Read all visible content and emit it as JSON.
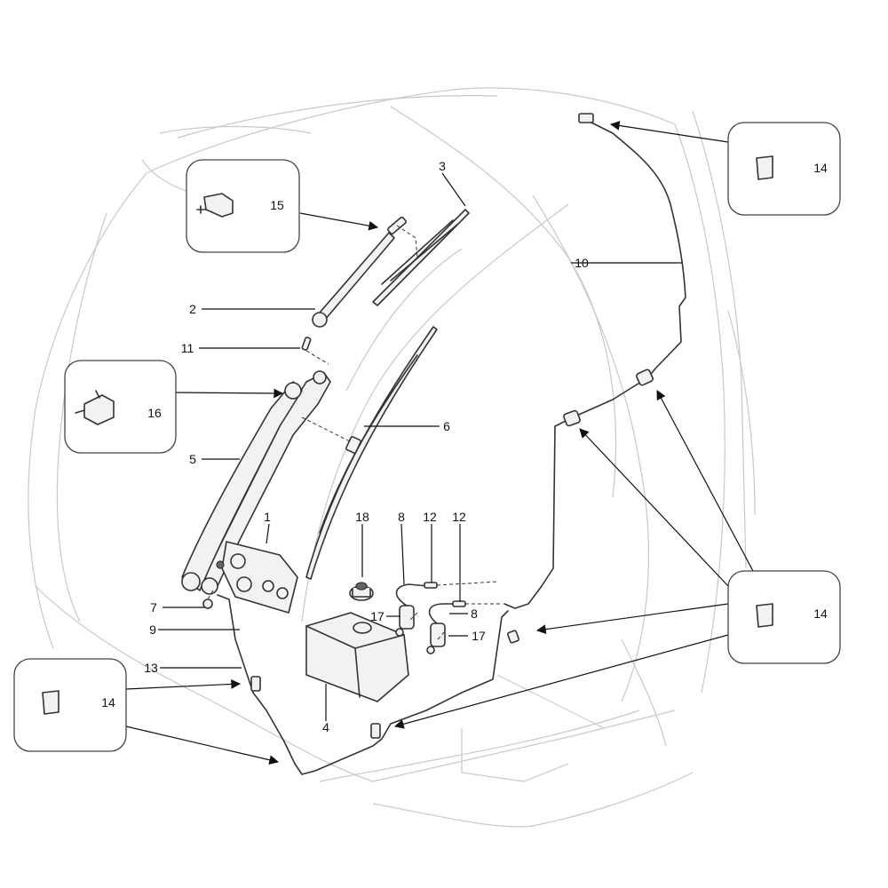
{
  "callouts": {
    "c1": "1",
    "c2": "2",
    "c3": "3",
    "c4": "4",
    "c5": "5",
    "c6": "6",
    "c7": "7",
    "c8a": "8",
    "c8b": "8",
    "c9": "9",
    "c10": "10",
    "c11": "11",
    "c12a": "12",
    "c12b": "12",
    "c13": "13",
    "c14a": "14",
    "c14b": "14",
    "c14c": "14",
    "c15": "15",
    "c16": "16",
    "c17a": "17",
    "c17b": "17",
    "c18": "18"
  }
}
